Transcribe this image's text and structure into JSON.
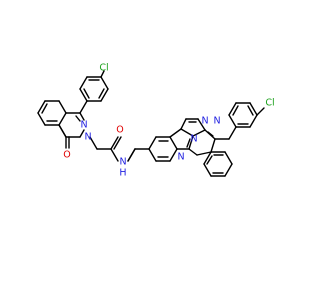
{
  "molecule": {
    "atom_labels": {
      "cl_top": "Cl",
      "cl_right": "Cl",
      "o_carbonyl_phthal": "O",
      "o_carbonyl_amide": "O",
      "n_phthal_1": "N",
      "n_phthal_2": "N",
      "n_amide": "N",
      "h_amide": "H",
      "n_right_1": "N",
      "n_right_2": "N",
      "n_right_3": "N",
      "n_right_4": "N"
    },
    "colors": {
      "bond": "#000000",
      "chlorine": "#1aa01a",
      "oxygen": "#e00000",
      "nitrogen": "#2020e0"
    }
  }
}
